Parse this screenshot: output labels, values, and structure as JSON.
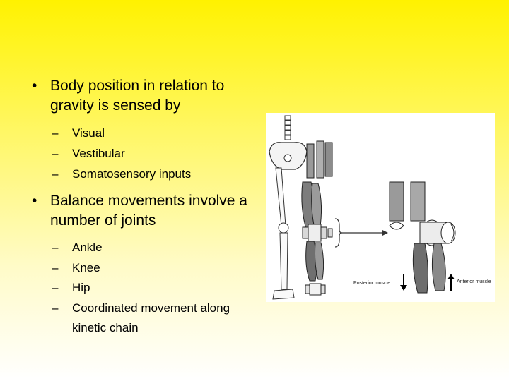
{
  "bullets": [
    {
      "text": "Body position in relation to gravity is sensed by",
      "sub": [
        "Visual",
        "Vestibular",
        "Somatosensory inputs"
      ]
    },
    {
      "text": "Balance movements involve a number of joints",
      "sub": [
        "Ankle",
        "Knee",
        "Hip",
        "Coordinated movement along kinetic chain"
      ]
    }
  ],
  "figure": {
    "posterior_label": "Posterior muscle",
    "anterior_label": "Anterior muscle"
  },
  "colors": {
    "background_top": "#fff200",
    "background_bottom": "#ffffff"
  }
}
